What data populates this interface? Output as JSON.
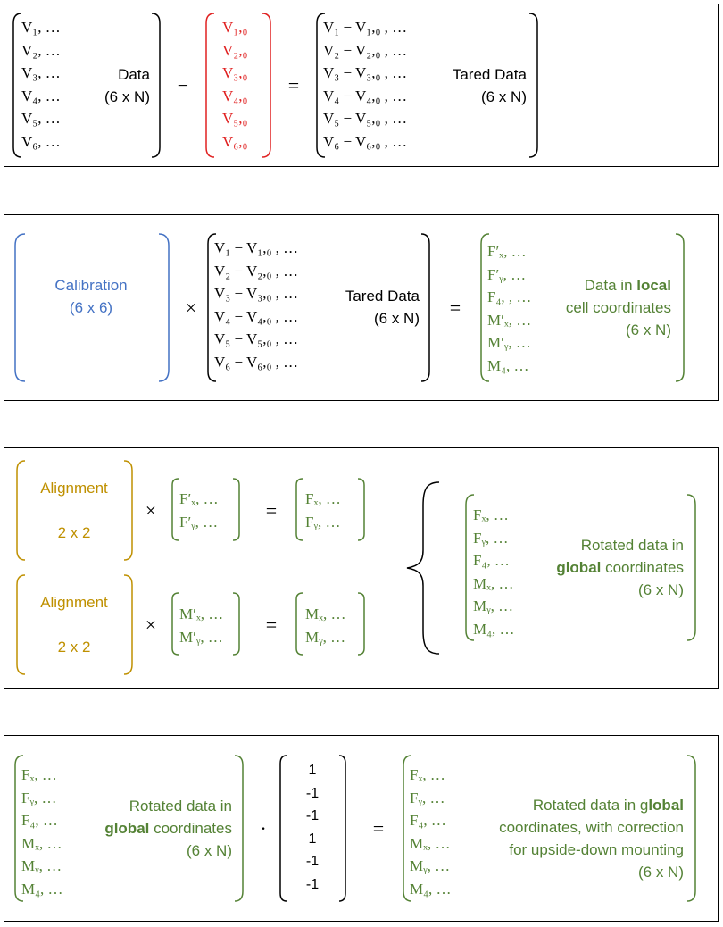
{
  "colors": {
    "black": "#000000",
    "red": "#e02020",
    "blue": "#4472c4",
    "gold": "#bf9000",
    "green": "#548235"
  },
  "panel1": {
    "raw_rows": [
      "V₁, …",
      "V₂, …",
      "V₃, …",
      "V₄, …",
      "V₅, …",
      "V₆, …"
    ],
    "raw_label": "Data\n(6 x N)",
    "minus": "−",
    "tare_rows": [
      "V₁,₀",
      "V₂,₀",
      "V₃,₀",
      "V₄,₀",
      "V₅,₀",
      "V₆,₀"
    ],
    "equals": "=",
    "tared_rows": [
      "V₁  − V₁,₀ , …",
      "V₂  − V₂,₀ , …",
      "V₃  − V₃,₀ , …",
      "V₄  − V₄,₀ , …",
      "V₅  − V₅,₀ , …",
      "V₆  − V₆,₀ , …"
    ],
    "tared_label": "Tared Data\n(6 x N)"
  },
  "panel2": {
    "calibration_label": "Calibration\n(6 x 6)",
    "times": "×",
    "tared_rows": [
      "V₁  − V₁,₀ , …",
      "V₂  − V₂,₀ , …",
      "V₃  − V₃,₀ , …",
      "V₄  − V₄,₀ , …",
      "V₅  − V₅,₀ , …",
      "V₆  − V₆,₀ , …"
    ],
    "tared_label": "Tared Data\n(6 x N)",
    "equals": "=",
    "local_rows": [
      "F′ₓ, …",
      "F′ᵧ, …",
      "F₄, , …",
      "M′ₓ, …",
      "M′ᵧ, …",
      "M₄, …"
    ],
    "local_label_pre": "Data in ",
    "local_label_bold": "local",
    "local_label_post": "\ncell coordinates\n(6 x N)"
  },
  "panel3": {
    "alignment_label": "Alignment\n\n2 x 2",
    "times": "×",
    "equals": "=",
    "force_local_rows": [
      "F′ₓ, …",
      "F′ᵧ, …"
    ],
    "force_global_rows": [
      "Fₓ, …",
      "Fᵧ, …"
    ],
    "moment_local_rows": [
      "M′ₓ, …",
      "M′ᵧ, …"
    ],
    "moment_global_rows": [
      "Mₓ, …",
      "Mᵧ, …"
    ],
    "rotated_rows": [
      "Fₓ, …",
      "Fᵧ, …",
      "F₄, …",
      "Mₓ, …",
      "Mᵧ, …",
      "M₄, …"
    ],
    "rotated_label_pre": "Rotated data in\n",
    "rotated_label_bold": "global",
    "rotated_label_post": " coordinates\n(6 x N)"
  },
  "panel4": {
    "rotated_rows": [
      "Fₓ, …",
      "Fᵧ, …",
      "F₄, …",
      "Mₓ, …",
      "Mᵧ, …",
      "M₄, …"
    ],
    "rotated_label_pre": "Rotated data in\n",
    "rotated_label_bold": "global",
    "rotated_label_post": " coordinates\n(6 x N)",
    "dot": "·",
    "sign_vector": [
      "1",
      "-1",
      "-1",
      "1",
      "-1",
      "-1"
    ],
    "equals": "=",
    "corrected_rows": [
      "Fₓ, …",
      "Fᵧ, …",
      "F₄, …",
      "Mₓ, …",
      "Mᵧ, …",
      "M₄, …"
    ],
    "corrected_label_pre": "Rotated data in g",
    "corrected_label_bold": "lobal",
    "corrected_label_post": "\ncoordinates, with correction\nfor upside-down mounting\n(6 x N)"
  }
}
